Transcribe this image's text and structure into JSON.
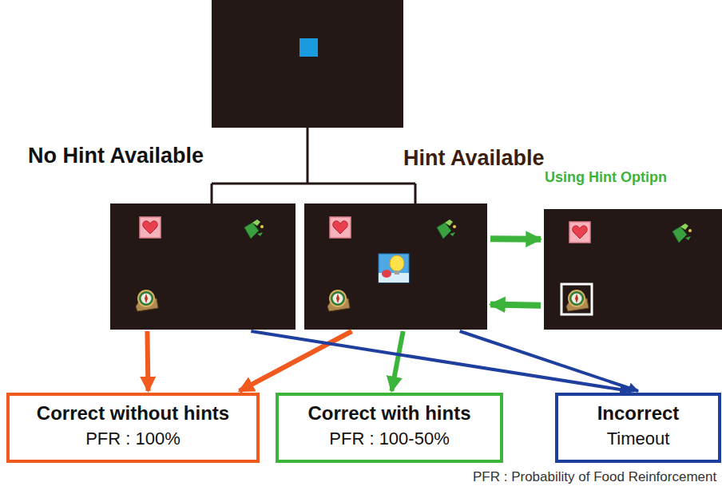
{
  "diagram": {
    "nodes": [
      {
        "text": [
          "No Hint Available"
        ]
      },
      {
        "text": [
          "Hint Available"
        ]
      },
      {
        "text": [
          "Using Hint Optipn"
        ]
      },
      {
        "text": [
          "Correct without hints",
          "PFR : 100%"
        ]
      },
      {
        "text": [
          "Correct with hints",
          "PFR : 100-50%"
        ]
      },
      {
        "text": [
          "Incorrect",
          "Timeout"
        ]
      }
    ],
    "edges": [
      {
        "from": 0,
        "to": 3,
        "arrow": "to"
      },
      {
        "from": 1,
        "to": 3,
        "arrow": "to"
      },
      {
        "from": 1,
        "to": 4,
        "arrow": "to"
      },
      {
        "from": 0,
        "to": 5,
        "arrow": "to"
      },
      {
        "from": 1,
        "to": 5,
        "arrow": "to"
      },
      {
        "from": 1,
        "to": 2,
        "arrow": "to"
      },
      {
        "from": 2,
        "to": 1,
        "arrow": "to"
      }
    ],
    "labels": [
      "PFR : Probability of Food Reinforcement"
    ]
  }
}
